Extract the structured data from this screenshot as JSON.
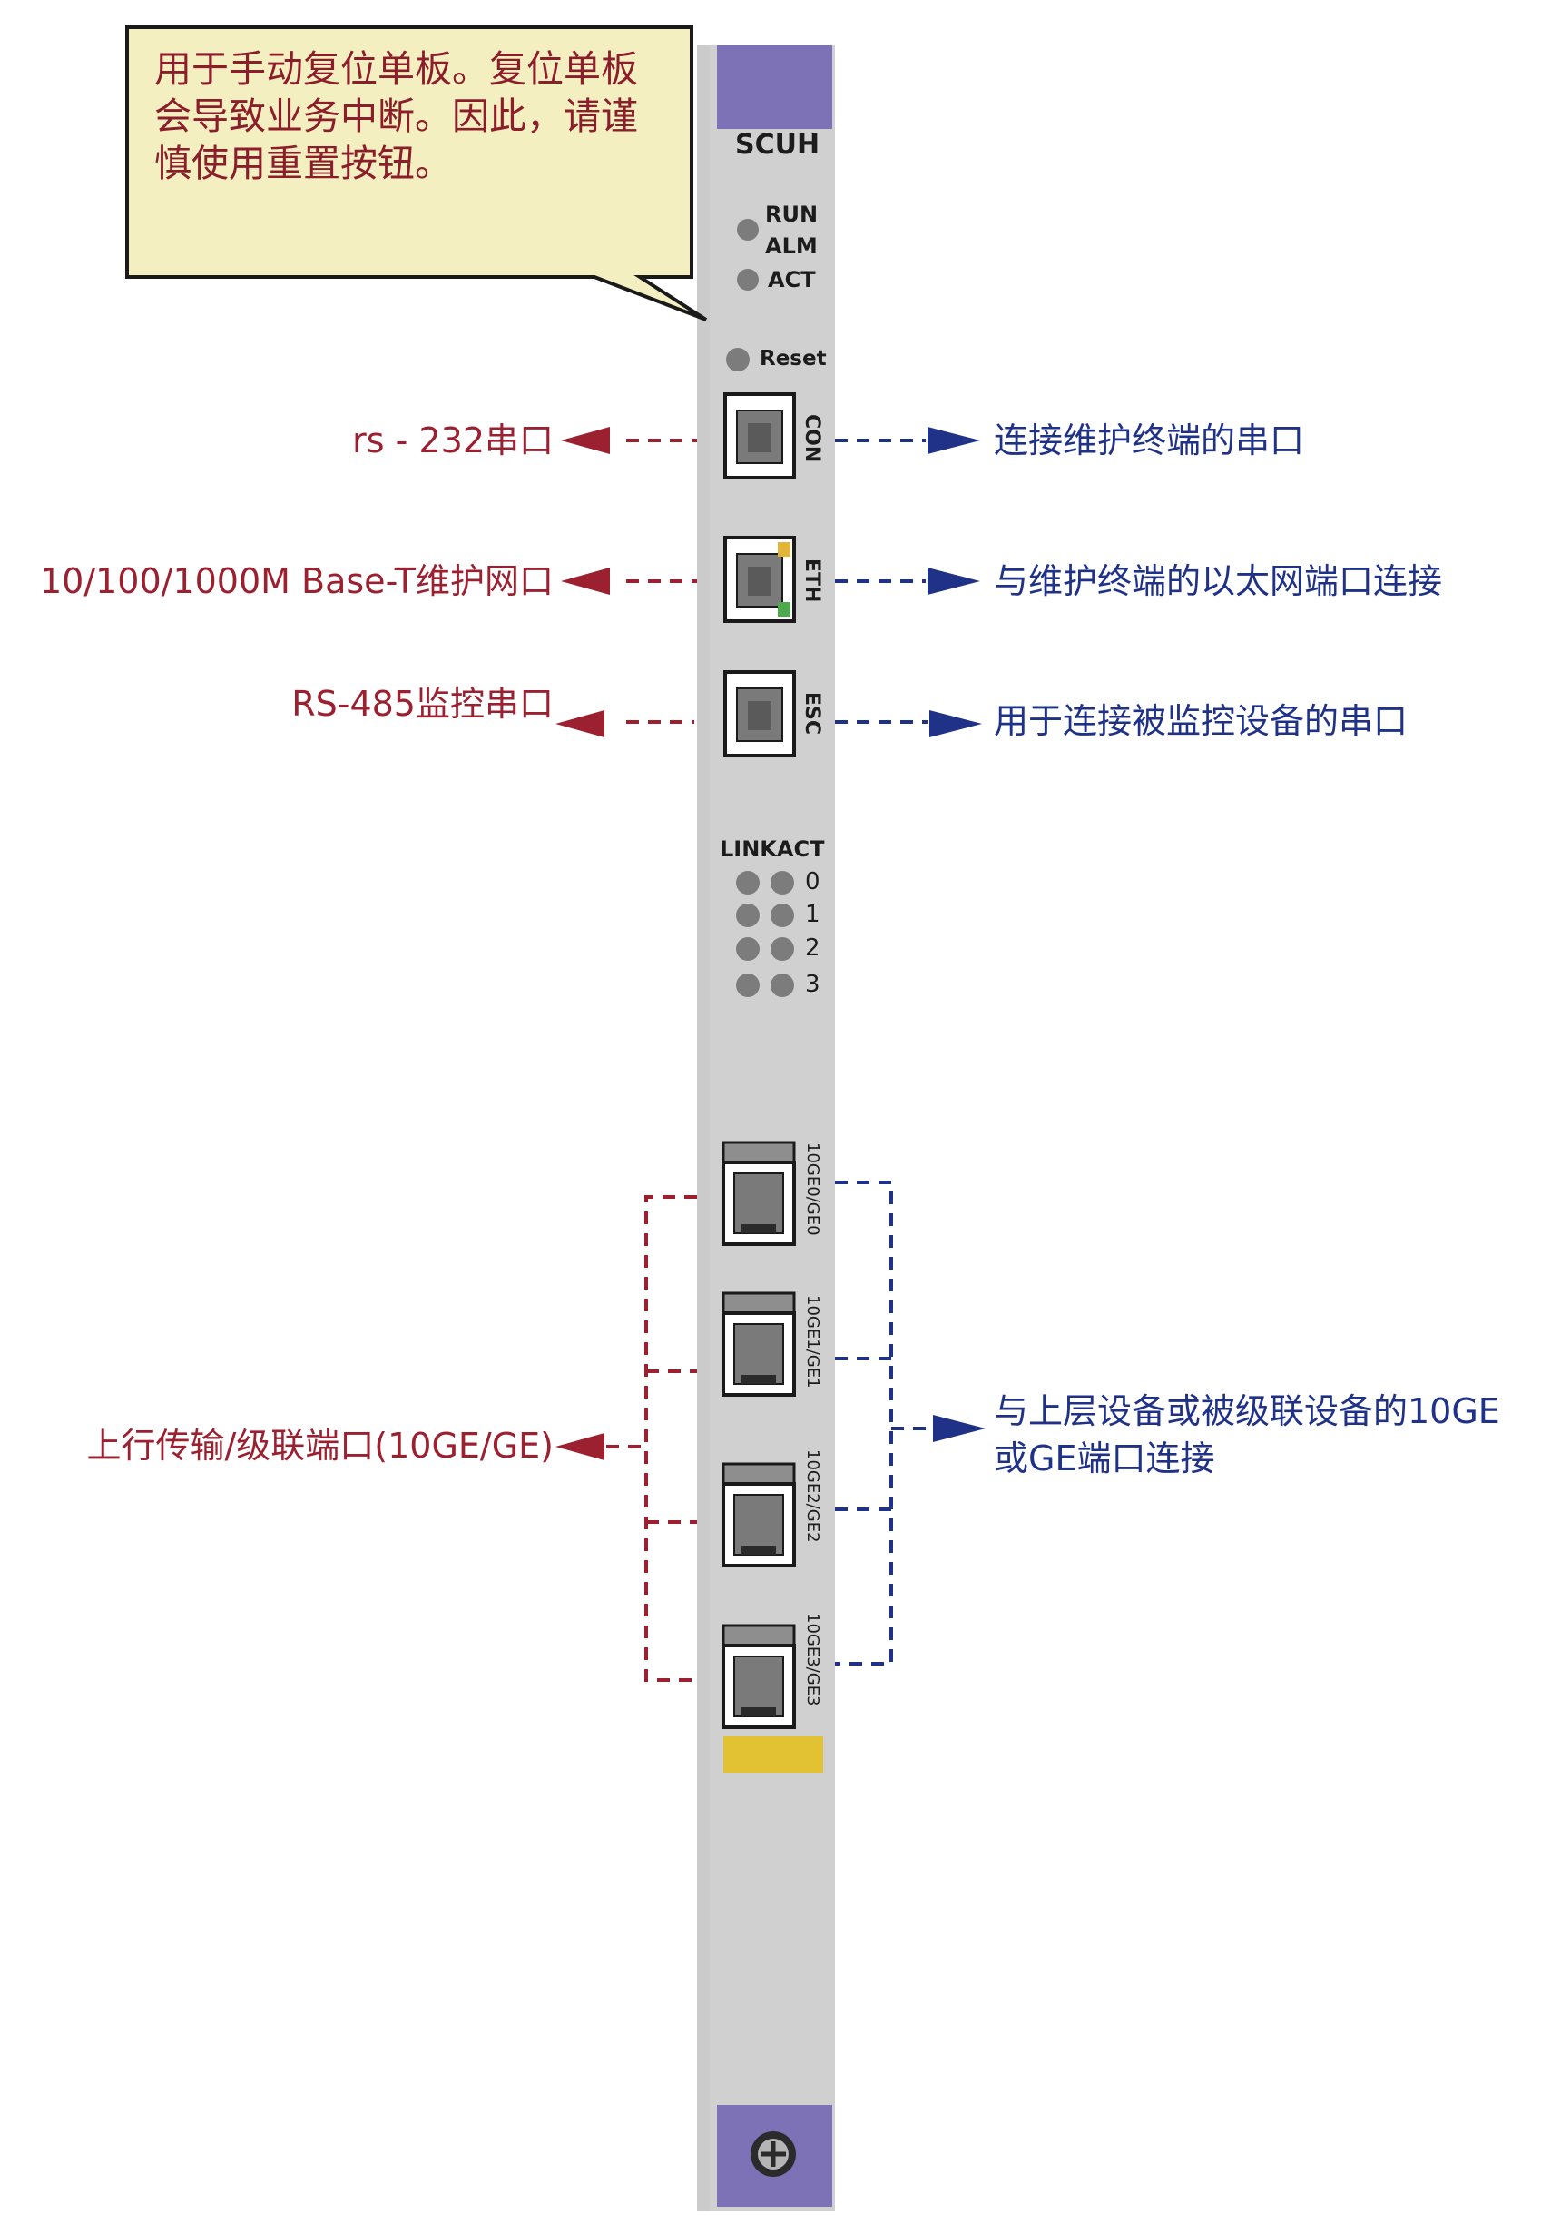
{
  "callout": {
    "lines": [
      "用于手动复位单板。复位单板",
      "会导致业务中断。因此，请谨",
      "慎使用重置按钮。"
    ]
  },
  "board": {
    "name": "SCUH",
    "leds": [
      "RUN",
      "ALM",
      "ACT"
    ],
    "reset_label": "Reset",
    "ports": [
      "CON",
      "ETH",
      "ESC"
    ],
    "linkact_label": "LINKACT",
    "linkact_rows": [
      "0",
      "1",
      "2",
      "3"
    ],
    "optical_ports": [
      "10GE0/GE0",
      "10GE1/GE1",
      "10GE2/GE2",
      "10GE3/GE3"
    ]
  },
  "labels": {
    "con_left": "rs - 232串口",
    "con_right": "连接维护终端的串口",
    "eth_left": "10/100/1000M Base-T维护网口",
    "eth_right": "与维护终端的以太网端口连接",
    "esc_left": "RS-485监控串口",
    "esc_right": "用于连接被监控设备的串口",
    "optical_left": "上行传输/级联端口(10GE/GE)",
    "optical_right_line1": "与上层设备或被级联设备的10GE",
    "optical_right_line2": "或GE端口连接"
  },
  "colors": {
    "board_purple": "#7e72b6",
    "panel_gray": "#cbcbcb",
    "callout_fill": "#f4efc0",
    "left_label": "#9b2030",
    "right_label": "#1f3288",
    "indicator_yellow": "#e2c232"
  }
}
